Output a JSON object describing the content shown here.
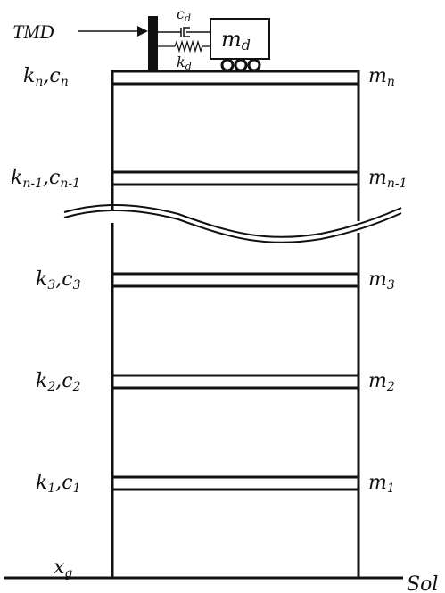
{
  "tmd": {
    "label": "TMD",
    "mass": {
      "base": "m",
      "sub": "d"
    },
    "damper": {
      "base": "c",
      "sub": "d"
    },
    "spring": {
      "base": "k",
      "sub": "d"
    }
  },
  "floors": [
    {
      "k": "k",
      "kSub": "n",
      "c": "c",
      "cSub": "n",
      "m": "m",
      "mSub": "n"
    },
    {
      "k": "k",
      "kSub": "n-1",
      "c": "c",
      "cSub": "n-1",
      "m": "m",
      "mSub": "n-1"
    },
    {
      "k": "k",
      "kSub": "3",
      "c": "c",
      "cSub": "3",
      "m": "m",
      "mSub": "3"
    },
    {
      "k": "k",
      "kSub": "2",
      "c": "c",
      "cSub": "2",
      "m": "m",
      "mSub": "2"
    },
    {
      "k": "k",
      "kSub": "1",
      "c": "c",
      "cSub": "1",
      "m": "m",
      "mSub": "1"
    }
  ],
  "ground": {
    "excitation": {
      "base": "x",
      "sub": "g"
    },
    "label": "Sol"
  }
}
